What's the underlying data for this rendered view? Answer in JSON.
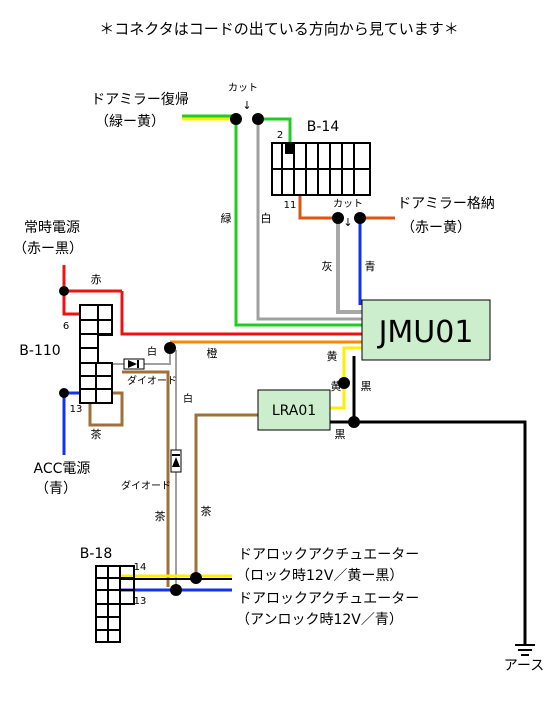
{
  "title": "＊コネクタはコードの出ている方向から見ています＊",
  "colors": {
    "green": "#22cc22",
    "white_wire": "#a0a0a0",
    "red": "#ee1111",
    "orange": "#ff8800",
    "orange_dark": "#dd5511",
    "gray": "#a8a8a8",
    "blue": "#1133ee",
    "yellow": "#ffee00",
    "black": "#000000",
    "brown": "#a0703a",
    "module_fill": "#cceecc"
  },
  "labels": {
    "door_mirror_return": "ドアミラー復帰",
    "door_mirror_return_color": "（緑ー黄）",
    "door_mirror_fold": "ドアミラー格納",
    "door_mirror_fold_color": "（赤ー黄）",
    "constant_power": "常時電源",
    "constant_power_color": "（赤ー黒）",
    "acc_power": "ACC電源",
    "acc_power_color": "（青）",
    "actuator_lock": "ドアロックアクチュエーター",
    "actuator_lock_desc": "（ロック時12V／黄ー黒）",
    "actuator_unlock": "ドアロックアクチュエーター",
    "actuator_unlock_desc": "（アンロック時12V／青）",
    "earth": "アース",
    "cut_1": "カット",
    "cut_2": "カット",
    "arrow_1": "↓",
    "arrow_2": "↓",
    "diode_1": "ダイオード",
    "diode_2": "ダイオード"
  },
  "connectors": {
    "b14": {
      "name": "B-14",
      "pin_a": "2",
      "pin_b": "11"
    },
    "b110": {
      "name": "B-110",
      "pin_a": "6",
      "pin_b": "13"
    },
    "b18": {
      "name": "B-18",
      "pin_a": "14",
      "pin_b": "13"
    }
  },
  "modules": {
    "jmu01": "JMU01",
    "lra01": "LRA01"
  },
  "wire_labels": {
    "green": "緑",
    "white": "白",
    "gray": "灰",
    "blue": "青",
    "red": "赤",
    "orange": "橙",
    "white_b110": "白",
    "white_vertical": "白",
    "yellow_1": "黄",
    "yellow_2": "黄",
    "black_1": "黒",
    "black_2": "黒",
    "brown_1": "茶",
    "brown_2": "茶",
    "brown_3": "茶"
  }
}
